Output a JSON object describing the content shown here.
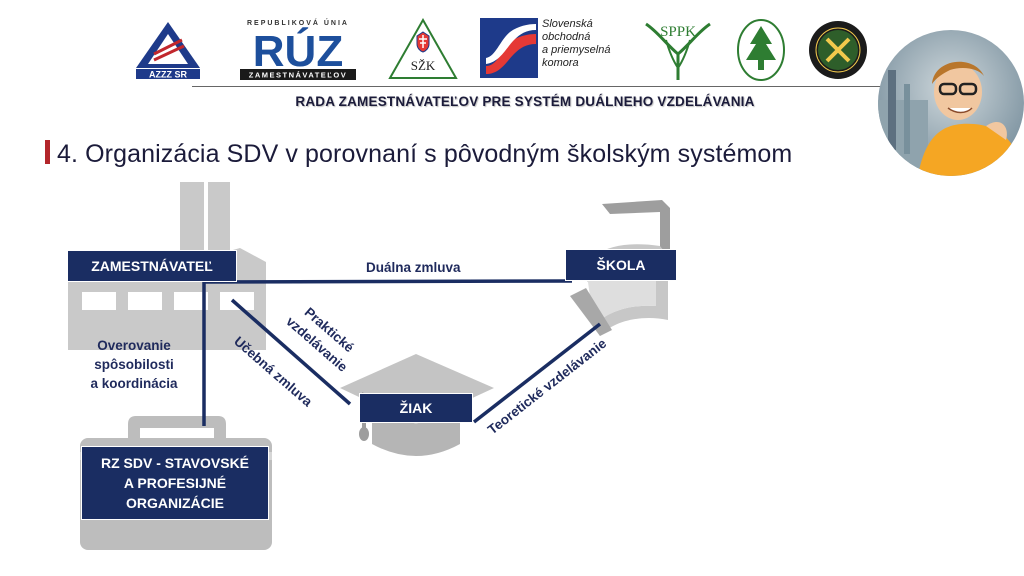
{
  "logos": {
    "azzz": "AZZZ SR",
    "ruz_top": "REPUBLIKOVÁ ÚNIA",
    "ruz_main": "RÚZ",
    "ruz_bottom": "ZAMESTNÁVATEĽOV",
    "szk": "SŽK",
    "soapk_line1": "Slovenská",
    "soapk_line2": "obchodná",
    "soapk_line3": "a priemyselná",
    "soapk_line4": "komora",
    "sppk": "SPPK"
  },
  "header": "RADA ZAMESTNÁVATEĽOV PRE SYSTÉM DUÁLNEHO VZDELÁVANIA",
  "title": "4. Organizácia SDV v porovnaní s pôvodným školským systémom",
  "colors": {
    "box": "#1a2d62",
    "accent": "#b3262b",
    "gray": "#bfbfbf",
    "text": "#1f2a5c"
  },
  "diagram": {
    "employer": "ZAMESTNÁVATEĽ",
    "school": "ŠKOLA",
    "student": "ŽIAK",
    "organizations_line1": "RZ SDV - STAVOVSKÉ",
    "organizations_line2": "A PROFESIJNÉ",
    "organizations_line3": "ORGANIZÁCIE",
    "dual_contract": "Duálna zmluva",
    "practical_line1": "Praktické",
    "practical_line2": "vzdelávanie",
    "learning_contract": "Učebná zmluva",
    "theoretical": "Teoretické vzdelávanie",
    "verification_line1": "Overovanie",
    "verification_line2": "spôsobilosti",
    "verification_line3": "a koordinácia"
  }
}
